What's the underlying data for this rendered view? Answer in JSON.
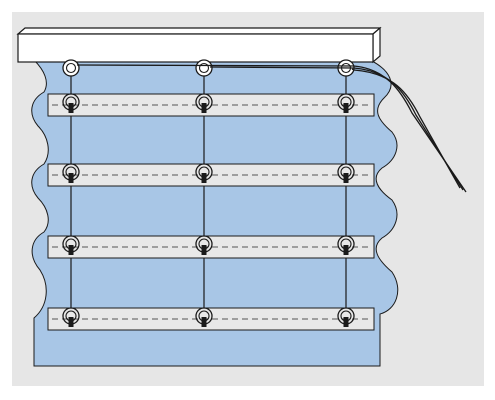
{
  "diagram": {
    "colors": {
      "panel_background": "#e6e6e6",
      "fabric": "#a8c6e6",
      "headrail": "#ffffff",
      "batten": "#e8e8e8",
      "outline": "#1a1a1a",
      "stitch": "#555555",
      "cord": "#1a1a1a"
    },
    "parts": {
      "headrail": "headrail",
      "fabric": "roman-shade-fabric",
      "battens": 4,
      "cord_columns": 3,
      "pull_cords": 3
    }
  }
}
